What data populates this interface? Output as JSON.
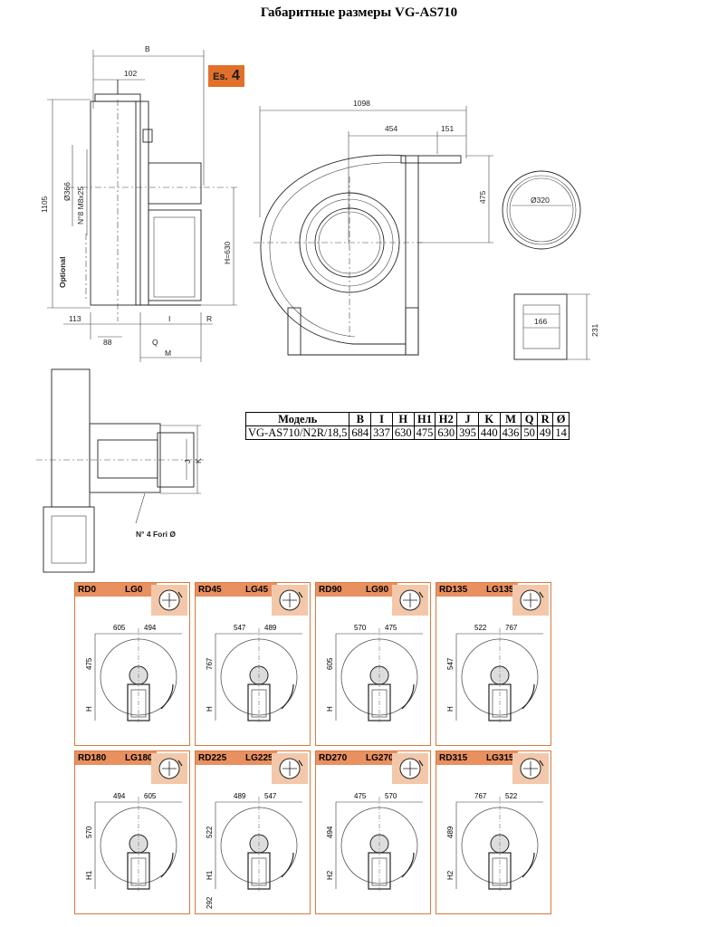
{
  "title": "Габаритные размеры VG-AS710",
  "badge": {
    "es": "Es.",
    "num": "4"
  },
  "side_view": {
    "B": "B",
    "d102": "102",
    "d1105": "1105",
    "d366": "Ø366",
    "bolts": "N°8 M8x25",
    "optional": "Optional",
    "h630": "H=630",
    "d113": "113",
    "d88": "88",
    "I": "I",
    "R": "R",
    "Q": "Q",
    "M": "M"
  },
  "front_view": {
    "d1098": "1098",
    "d454": "454",
    "d151": "151",
    "d475": "475"
  },
  "flange_round": {
    "d320": "Ø320"
  },
  "flange_rect": {
    "d166": "166",
    "d231": "231"
  },
  "top_view": {
    "J": "J",
    "K": "K",
    "holes": "N° 4 Fori Ø"
  },
  "table": {
    "headers": [
      "Модель",
      "B",
      "I",
      "H",
      "H1",
      "H2",
      "J",
      "K",
      "M",
      "Q",
      "R",
      "Ø"
    ],
    "rows": [
      [
        "VG-AS710/N2R/18,5",
        "684",
        "337",
        "630",
        "475",
        "630",
        "395",
        "440",
        "436",
        "50",
        "49",
        "14"
      ]
    ]
  },
  "panels": [
    {
      "rd": "RD0",
      "lg": "LG0",
      "a": "605",
      "b": "494",
      "v1": "475",
      "v2": "H"
    },
    {
      "rd": "RD45",
      "lg": "LG45",
      "a": "547",
      "b": "489",
      "v1": "767",
      "v2": "H"
    },
    {
      "rd": "RD90",
      "lg": "LG90",
      "a": "570",
      "b": "475",
      "v1": "605",
      "v2": "H"
    },
    {
      "rd": "RD135",
      "lg": "LG135",
      "a": "522",
      "b": "767",
      "v1": "547",
      "v2": "H"
    },
    {
      "rd": "RD180",
      "lg": "LG180",
      "a": "494",
      "b": "605",
      "v1": "570",
      "v2": "H1"
    },
    {
      "rd": "RD225",
      "lg": "LG225",
      "a": "489",
      "b": "547",
      "v1": "522",
      "v2": "H1",
      "v3": "292"
    },
    {
      "rd": "RD270",
      "lg": "LG270",
      "a": "475",
      "b": "570",
      "v1": "494",
      "v2": "H2"
    },
    {
      "rd": "RD315",
      "lg": "LG315",
      "a": "767",
      "b": "522",
      "v1": "489",
      "v2": "H2"
    }
  ],
  "colors": {
    "accent": "#e0702a",
    "panel_border": "#d9793d",
    "tab": "#e89060"
  }
}
